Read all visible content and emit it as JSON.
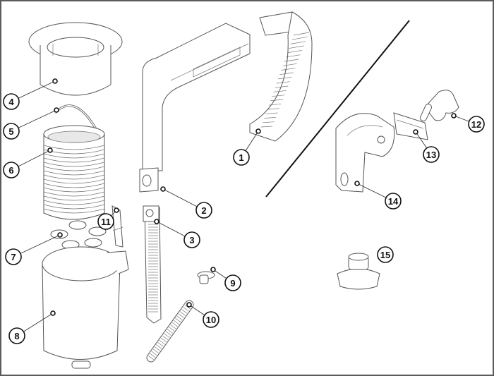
{
  "diagram": {
    "type": "exploded-parts-view",
    "callouts": [
      {
        "id": "1",
        "label": "1"
      },
      {
        "id": "2",
        "label": "2"
      },
      {
        "id": "3",
        "label": "3"
      },
      {
        "id": "4",
        "label": "4"
      },
      {
        "id": "5",
        "label": "5"
      },
      {
        "id": "6",
        "label": "6"
      },
      {
        "id": "7",
        "label": "7"
      },
      {
        "id": "8",
        "label": "8"
      },
      {
        "id": "9",
        "label": "9"
      },
      {
        "id": "10",
        "label": "10"
      },
      {
        "id": "11",
        "label": "11"
      },
      {
        "id": "12",
        "label": "12"
      },
      {
        "id": "13",
        "label": "13"
      },
      {
        "id": "14",
        "label": "14"
      },
      {
        "id": "15",
        "label": "15"
      }
    ],
    "colors": {
      "line": "#555555",
      "callout": "#111111",
      "frame": "#5a5a5a"
    }
  }
}
